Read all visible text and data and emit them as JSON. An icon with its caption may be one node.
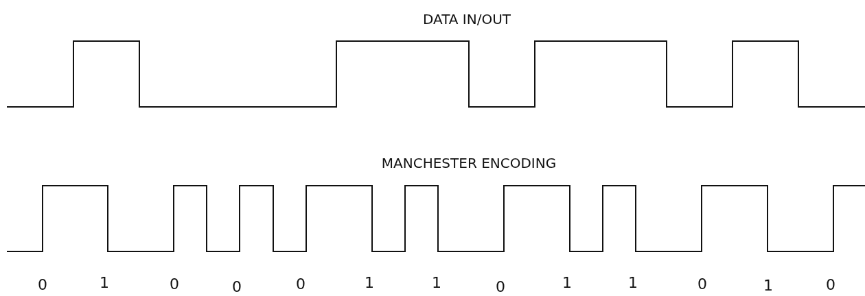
{
  "diagram": {
    "labels": [
      "DATA IN/OUT",
      "MANCHESTER ENCODING",
      "0",
      "1",
      "0",
      "0",
      "0",
      "1",
      "1",
      "0",
      "1",
      "1",
      "0",
      "1",
      "0"
    ]
  }
}
